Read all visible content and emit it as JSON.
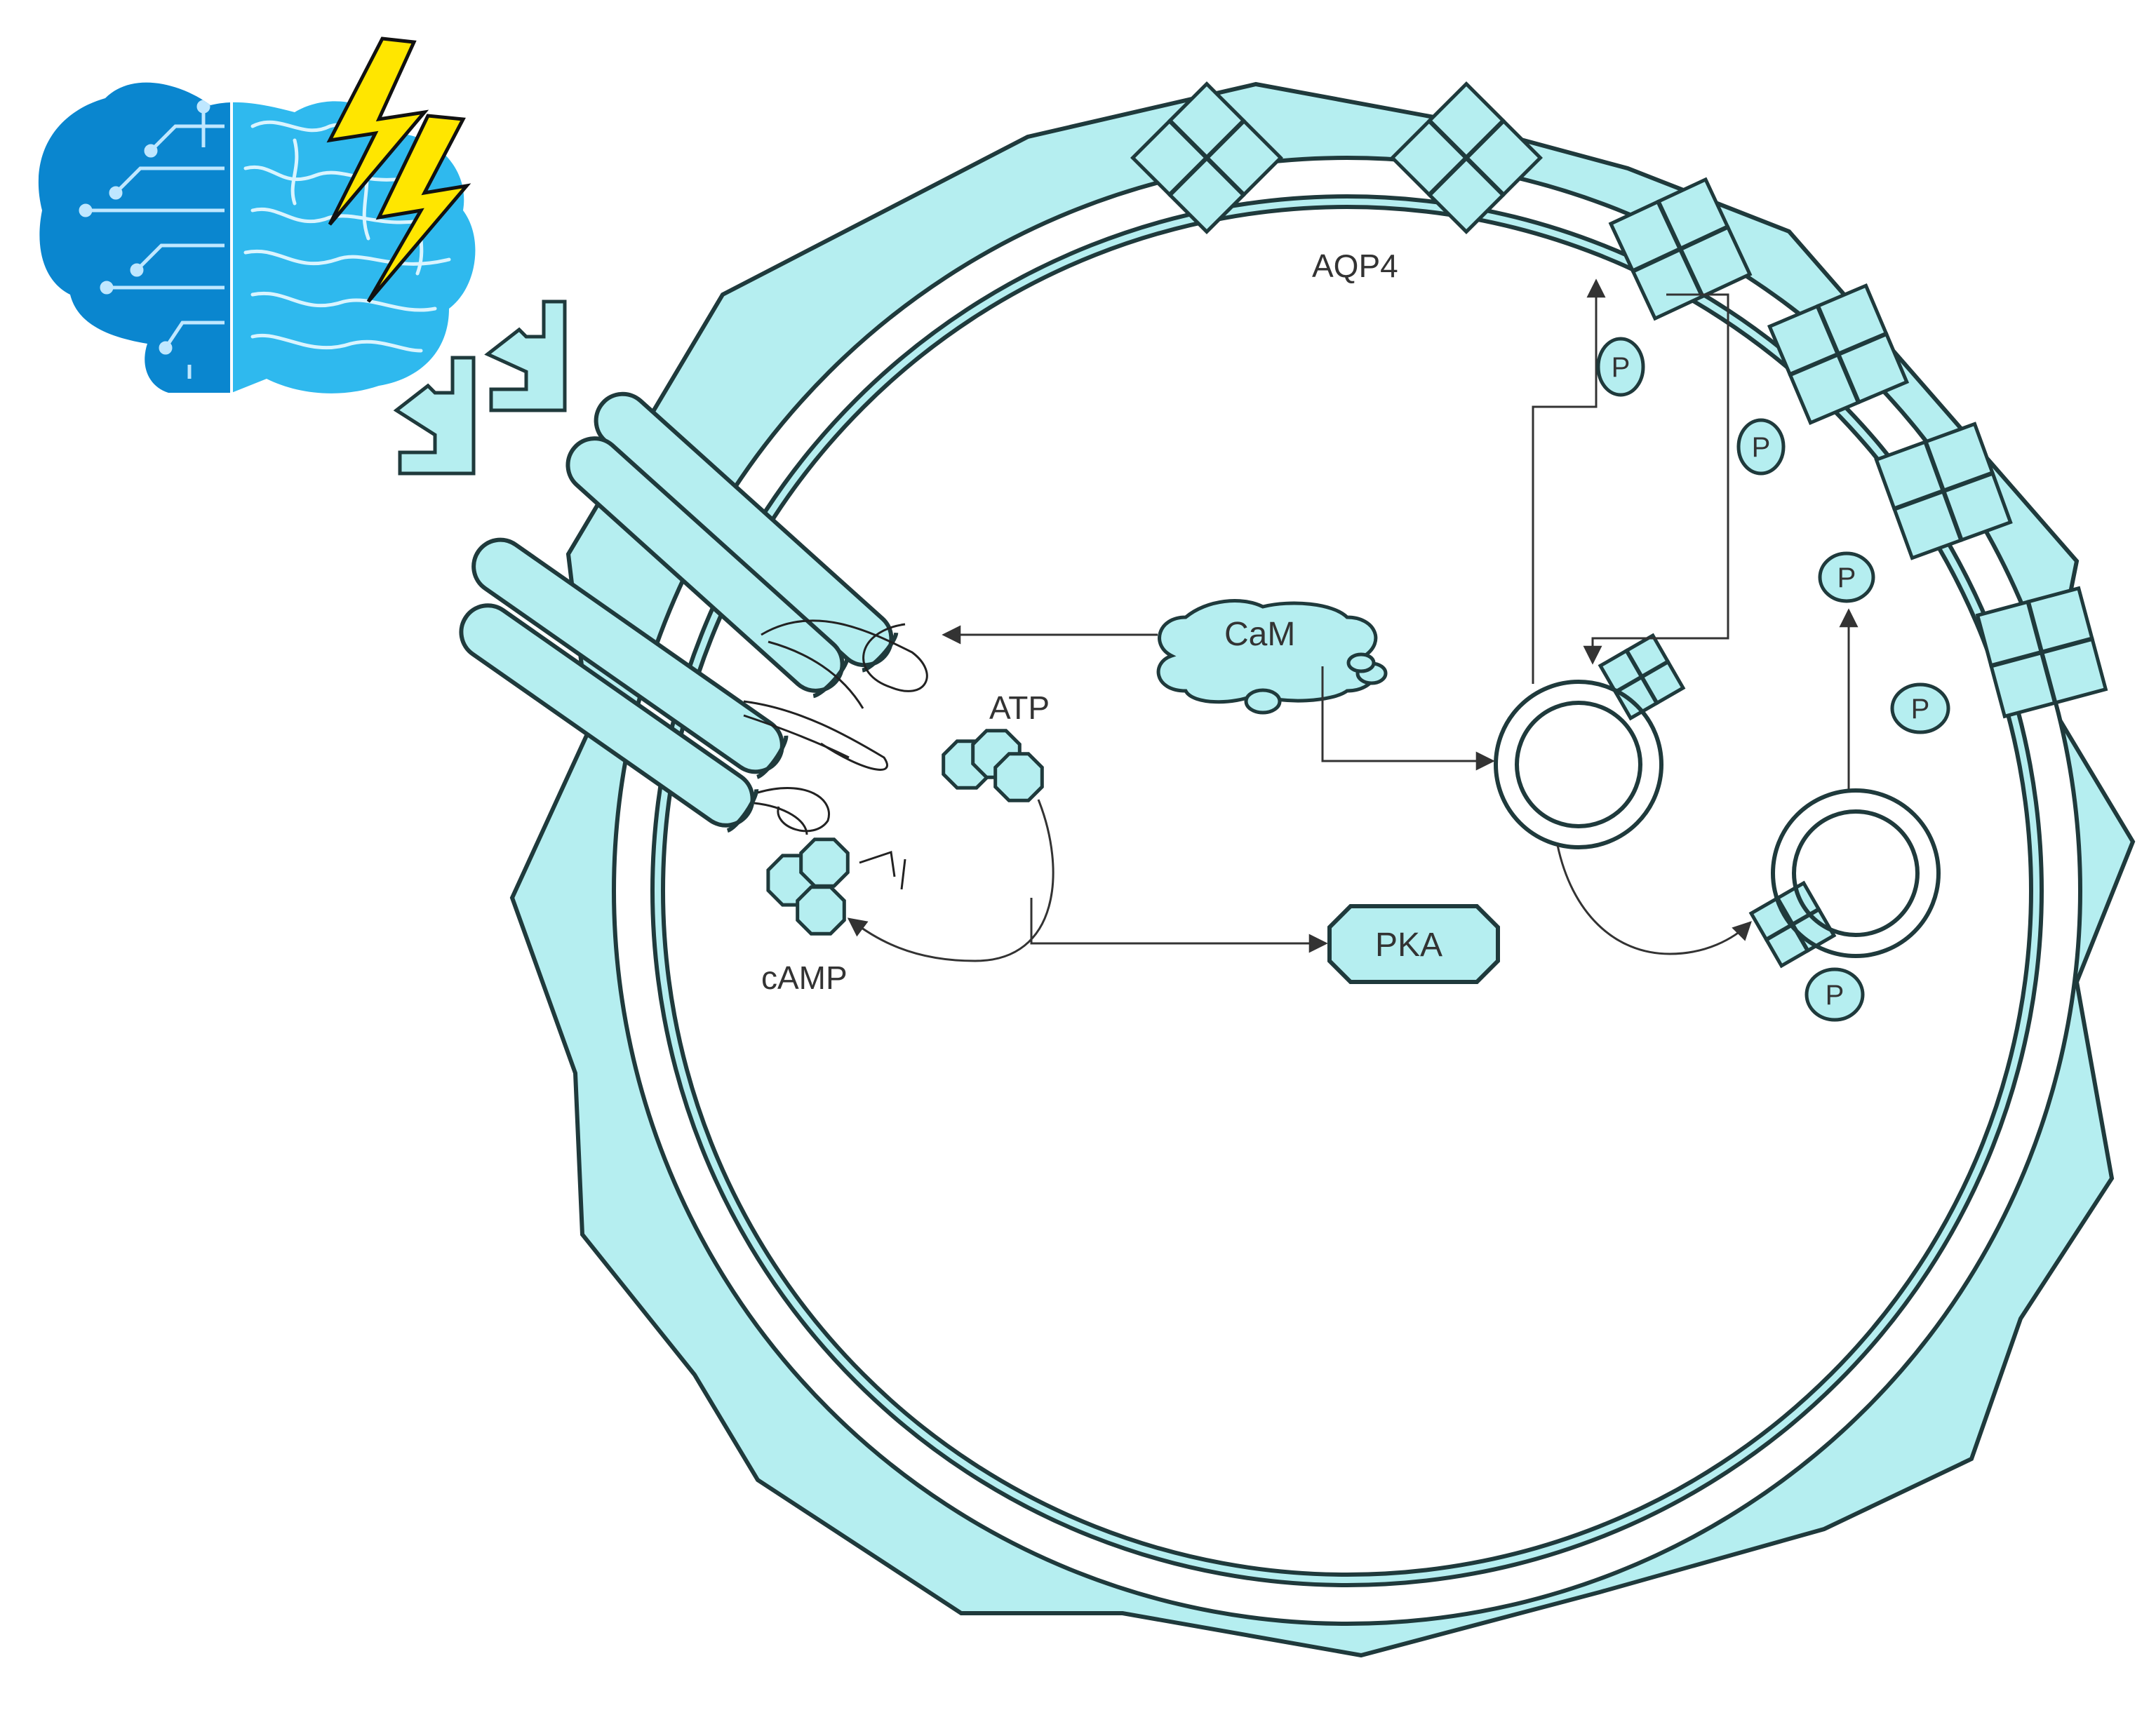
{
  "diagram": {
    "labels": {
      "aqp4": "AQP4",
      "atp": "ATP",
      "camp": "cAMP",
      "cam": "CaM",
      "pka": "PKA",
      "p": "P"
    },
    "colors": {
      "fill": "#b5eef0",
      "stroke": "#1f3a3c",
      "line": "#333333",
      "brain_dark": "#0a86cf",
      "brain_light": "#2fb9ee",
      "lightning": "#ffe600"
    },
    "icons": {
      "brain": "brain-circuit-icon",
      "lightning": "lightning-bolt-icon",
      "arrow": "diagonal-arrow-icon"
    }
  }
}
